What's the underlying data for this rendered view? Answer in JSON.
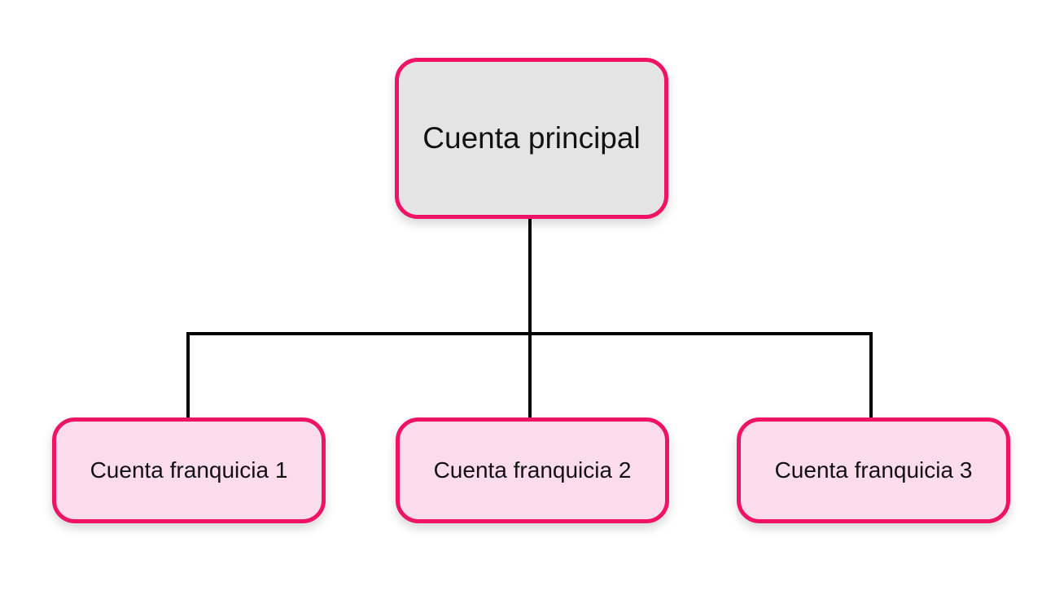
{
  "diagram": {
    "type": "org-chart",
    "root": {
      "label": "Cuenta principal"
    },
    "children": [
      {
        "label": "Cuenta franquicia 1"
      },
      {
        "label": "Cuenta franquicia 2"
      },
      {
        "label": "Cuenta franquicia 3"
      }
    ],
    "colors": {
      "node_border": "#ee1365",
      "root_fill": "#e4e4e4",
      "child_fill": "#fbdcec",
      "connector": "#000000",
      "text": "#121212",
      "background": "#ffffff"
    }
  }
}
